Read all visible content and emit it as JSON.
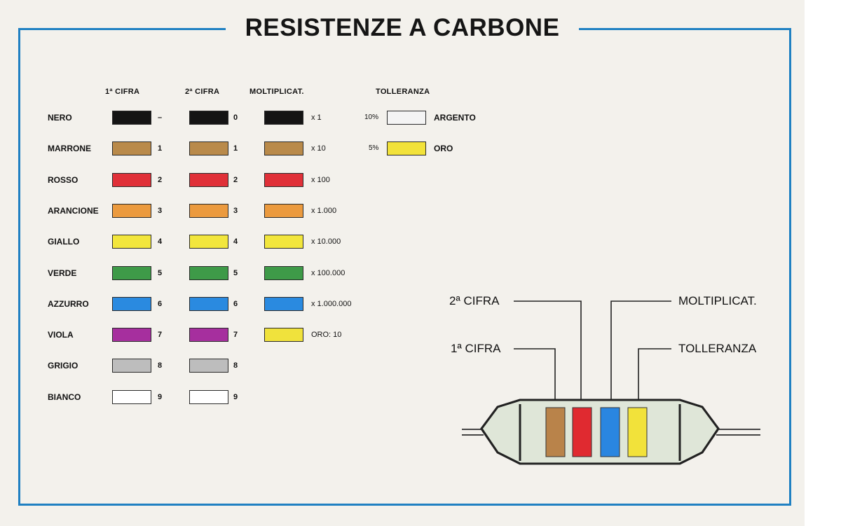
{
  "title": "RESISTENZE A CARBONE",
  "headers": {
    "digit1": "1ª CIFRA",
    "digit2": "2ª CIFRA",
    "multiplier": "MOLTIPLICAT.",
    "tolerance": "TOLLERANZA"
  },
  "rows": [
    {
      "name": "NERO",
      "color": "#141414",
      "digit1": "–",
      "digit2": "0",
      "mult": "x 1",
      "multColor": "#141414"
    },
    {
      "name": "MARRONE",
      "color": "#b98a4a",
      "digit1": "1",
      "digit2": "1",
      "mult": "x 10",
      "multColor": "#b98a4a"
    },
    {
      "name": "ROSSO",
      "color": "#e03038",
      "digit1": "2",
      "digit2": "2",
      "mult": "x 100",
      "multColor": "#e03038"
    },
    {
      "name": "ARANCIONE",
      "color": "#eb9a3e",
      "digit1": "3",
      "digit2": "3",
      "mult": "x 1.000",
      "multColor": "#eb9a3e"
    },
    {
      "name": "GIALLO",
      "color": "#f2e63c",
      "digit1": "4",
      "digit2": "4",
      "mult": "x 10.000",
      "multColor": "#f2e63c"
    },
    {
      "name": "VERDE",
      "color": "#3e9a48",
      "digit1": "5",
      "digit2": "5",
      "mult": "x 100.000",
      "multColor": "#3e9a48"
    },
    {
      "name": "AZZURRO",
      "color": "#2a8ae0",
      "digit1": "6",
      "digit2": "6",
      "mult": "x 1.000.000",
      "multColor": "#2a8ae0"
    },
    {
      "name": "VIOLA",
      "color": "#a62f9e",
      "digit1": "7",
      "digit2": "7",
      "mult": "ORO: 10",
      "multColor": "#f0e23c"
    },
    {
      "name": "GRIGIO",
      "color": "#bdbdbd",
      "digit1": "8",
      "digit2": "8",
      "mult": "",
      "multColor": ""
    },
    {
      "name": "BIANCO",
      "color": "#ffffff",
      "digit1": "9",
      "digit2": "9",
      "mult": "",
      "multColor": ""
    }
  ],
  "tolerance": [
    {
      "pct": "10%",
      "name": "ARGENTO",
      "color": "#f4f4f4"
    },
    {
      "pct": "5%",
      "name": "ORO",
      "color": "#f2e23a"
    }
  ],
  "diagram": {
    "labels": {
      "digit2": "2ª CIFRA",
      "multiplier": "MOLTIPLICAT.",
      "digit1": "1ª CIFRA",
      "tolerance": "TOLLERANZA"
    },
    "bodyColor": "#dfe6d8",
    "bands": [
      {
        "role": "1ª CIFRA",
        "color": "#b9834a"
      },
      {
        "role": "2ª CIFRA",
        "color": "#e02a30"
      },
      {
        "role": "MOLTIPLICAT.",
        "color": "#2a86e0"
      },
      {
        "role": "TOLLERANZA",
        "color": "#f2e23a"
      }
    ]
  }
}
